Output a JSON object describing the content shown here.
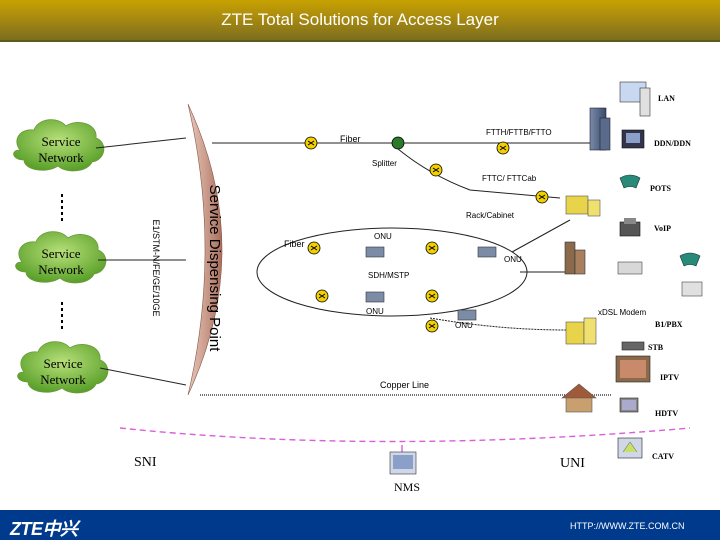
{
  "header": {
    "title": "ZTE Total Solutions for Access Layer"
  },
  "core": {
    "service_networks": [
      "Service\nNetwork",
      "Service\nNetwork",
      "Service\nNetwork"
    ],
    "dispensing_point": "Service Dispensing Point",
    "interfaces": "E1/STM-N/FE/GE/10GE",
    "sni": "SNI",
    "uni": "UNI",
    "nms": "NMS"
  },
  "access": {
    "fiber_top": "Fiber",
    "ftth": "FTTH/FTTB/FTTO",
    "splitter": "Splitter",
    "fttc": "FTTC/ FTTCab",
    "rack": "Rack/Cabinet",
    "fiber_ring": "Fiber",
    "onu_1": "ONU",
    "onu_2": "ONU",
    "sdh": "SDH/MSTP",
    "onu_3": "ONU",
    "onu_4": "ONU",
    "xdsl": "xDSL Modem",
    "copper": "Copper Line"
  },
  "terminals": {
    "lan": "LAN",
    "ddn": "DDN/DDN",
    "pots": "POTS",
    "voip": "VoIP",
    "pbx": "B1/PBX",
    "stb": "STB",
    "iptv": "IPTV",
    "hdtv": "HDTV",
    "catv": "CATV"
  },
  "footer": {
    "logo": "ZTE中兴",
    "url": "HTTP://WWW.ZTE.COM.CN"
  },
  "colors": {
    "header": "#a88a10",
    "footer": "#003a8c",
    "cloud": "#7ab83a",
    "dispensing_bar": "#c99a8a",
    "lines": "#1a1a1a",
    "nms_line": "#d860d8"
  }
}
